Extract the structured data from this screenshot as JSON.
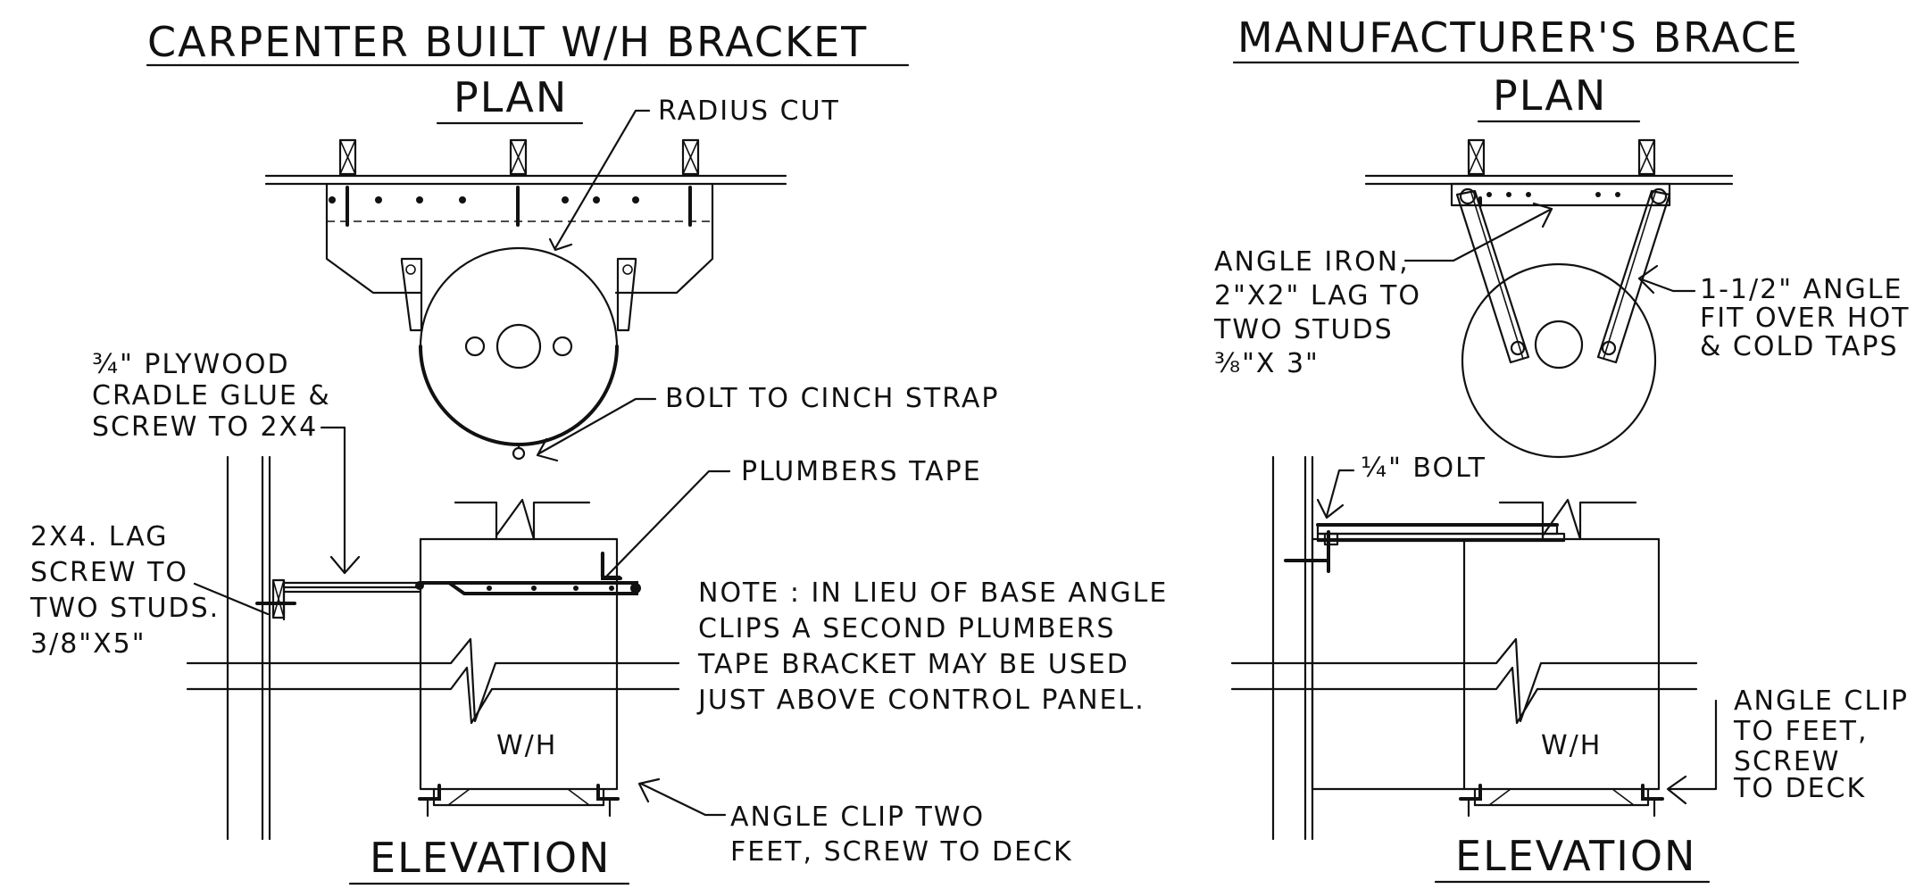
{
  "left": {
    "title": "CARPENTER BUILT W/H BRACKET",
    "plan_label": "PLAN",
    "radius_cut": "RADIUS CUT",
    "bolt_note": "BOLT TO CINCH STRAP",
    "plywood_note": [
      "¾\" PLYWOOD",
      "CRADLE GLUE &",
      "SCREW TO 2X4"
    ],
    "plumbers_tape": "PLUMBERS TAPE",
    "lag_note": [
      "2X4. LAG",
      "SCREW TO",
      "TWO STUDS.",
      "3/8\"X5\""
    ],
    "note": [
      "NOTE : IN LIEU OF BASE ANGLE",
      "CLIPS A SECOND PLUMBERS",
      "TAPE BRACKET MAY BE USED",
      "JUST ABOVE CONTROL PANEL."
    ],
    "wh_label": "W/H",
    "angle_clip": [
      "ANGLE CLIP TWO",
      "FEET, SCREW TO DECK"
    ],
    "elevation_label": "ELEVATION"
  },
  "right": {
    "title": "MANUFACTURER'S BRACE",
    "plan_label": "PLAN",
    "angle_iron": [
      "ANGLE IRON,",
      "2\"X2\" LAG TO",
      "TWO STUDS",
      "⅜\"X 3\""
    ],
    "angle_note": [
      "1-1/2\" ANGLE",
      "FIT OVER HOT",
      "& COLD TAPS"
    ],
    "bolt": "¼\" BOLT",
    "wh_label": "W/H",
    "angle_clip": [
      "ANGLE CLIP",
      "TO FEET,",
      "SCREW",
      "TO DECK"
    ],
    "elevation_label": "ELEVATION"
  }
}
